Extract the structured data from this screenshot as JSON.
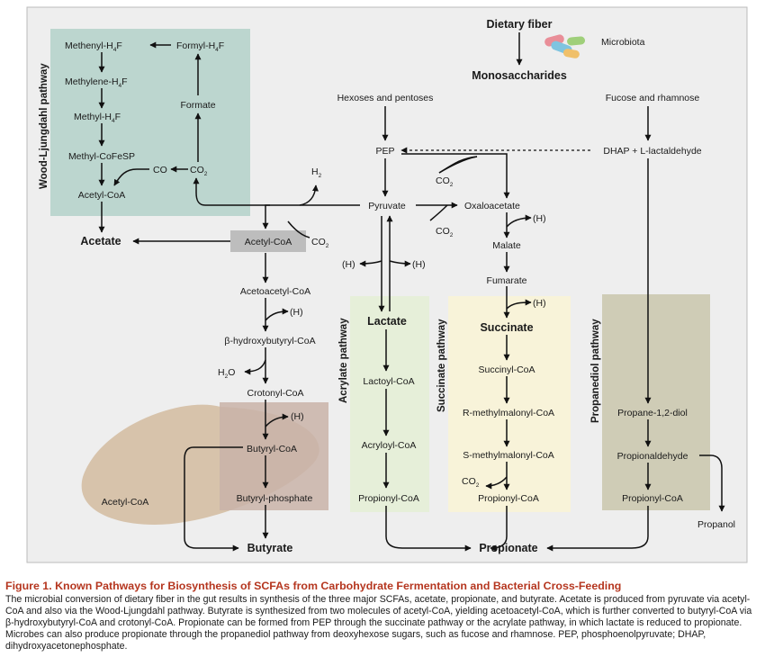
{
  "diagram": {
    "pathways": {
      "wood_ljungdahl": "Wood-Ljungdahl pathway",
      "acrylate": "Acrylate pathway",
      "succinate": "Succinate pathway",
      "propanediol": "Propanediol pathway"
    },
    "nodes": {
      "dietary_fiber": "Dietary fiber",
      "microbiota": "Microbiota",
      "monosaccharides": "Monosaccharides",
      "hexoses_pentoses": "Hexoses and pentoses",
      "fucose_rhamnose": "Fucose and rhamnose",
      "pep": "PEP",
      "dhap": "DHAP + L-lactaldehyde",
      "pyruvate": "Pyruvate",
      "oxaloacetate": "Oxaloacetate",
      "malate": "Malate",
      "fumarate": "Fumarate",
      "succinate": "Succinate",
      "succinyl_coa": "Succinyl-CoA",
      "r_methylmalonyl": "R-methylmalonyl-CoA",
      "s_methylmalonyl": "S-methylmalonyl-CoA",
      "propionyl_coa_s": "Propionyl-CoA",
      "lactate": "Lactate",
      "lactoyl_coa": "Lactoyl-CoA",
      "acryloyl_coa": "Acryloyl-CoA",
      "propionyl_coa_a": "Propionyl-CoA",
      "propane_diol": "Propane-1,2-diol",
      "propionaldehyde": "Propionaldehyde",
      "propionyl_coa_p": "Propionyl-CoA",
      "propanol": "Propanol",
      "propionate": "Propionate",
      "methenyl": "Methenyl-H",
      "formyl": "Formyl-H",
      "methylene": "Methylene-H",
      "formate": "Formate",
      "methyl": "Methyl-H",
      "methyl_cofesp": "Methyl-CoFeSP",
      "co": "CO",
      "co2": "CO",
      "acetyl_coa_wl": "Acetyl-CoA",
      "acetate": "Acetate",
      "h2": "H",
      "acetyl_coa_main": "Acetyl-CoA",
      "acetoacetyl_coa": "Acetoacetyl-CoA",
      "hydroxybutyryl": "β-hydroxybutyryl-CoA",
      "h2o": "H",
      "crotonyl_coa": "Crotonyl-CoA",
      "butyryl_coa": "Butyryl-CoA",
      "butyryl_phosphate": "Butyryl-phosphate",
      "acetyl_coa_cross": "Acetyl-CoA",
      "butyrate": "Butyrate",
      "h_label": "(H)",
      "sub_4": "4",
      "sub_2": "2",
      "o_letter": "O"
    }
  },
  "caption": {
    "title": "Figure 1.  Known Pathways for Biosynthesis of SCFAs from Carbohydrate Fermentation and Bacterial Cross-Feeding",
    "text": "The microbial conversion of dietary fiber in the gut results in synthesis of the three major SCFAs, acetate, propionate, and butyrate. Acetate is produced from pyruvate via acetyl-CoA and also via the Wood-Ljungdahl pathway. Butyrate is synthesized from two molecules of acetyl-CoA, yielding acetoacetyl-CoA, which is further converted to butyryl-CoA via β-hydroxybutyryl-CoA and crotonyl-CoA. Propionate can be formed from PEP through the succinate pathway or the acrylate pathway, in which lactate is reduced to propionate. Microbes can also produce propionate through the propanediol pathway from deoxyhexose sugars, such as fucose and rhamnose. PEP, phosphoenolpyruvate; DHAP, dihydroxyacetonephosphate."
  },
  "colors": {
    "panel_bg": "#eeeeee",
    "wood_ljungdahl_box": "#bcd6cf",
    "acrylate_box": "#e6efd9",
    "succinate_box": "#f8f3d9",
    "propanediol_box": "#cfccb6",
    "butyryl_box": "#c9b3a8",
    "cross_feed_blob": "#d4bea3",
    "acetyl_coa_box": "#bdbdbd",
    "caption_title": "#b5361f"
  }
}
